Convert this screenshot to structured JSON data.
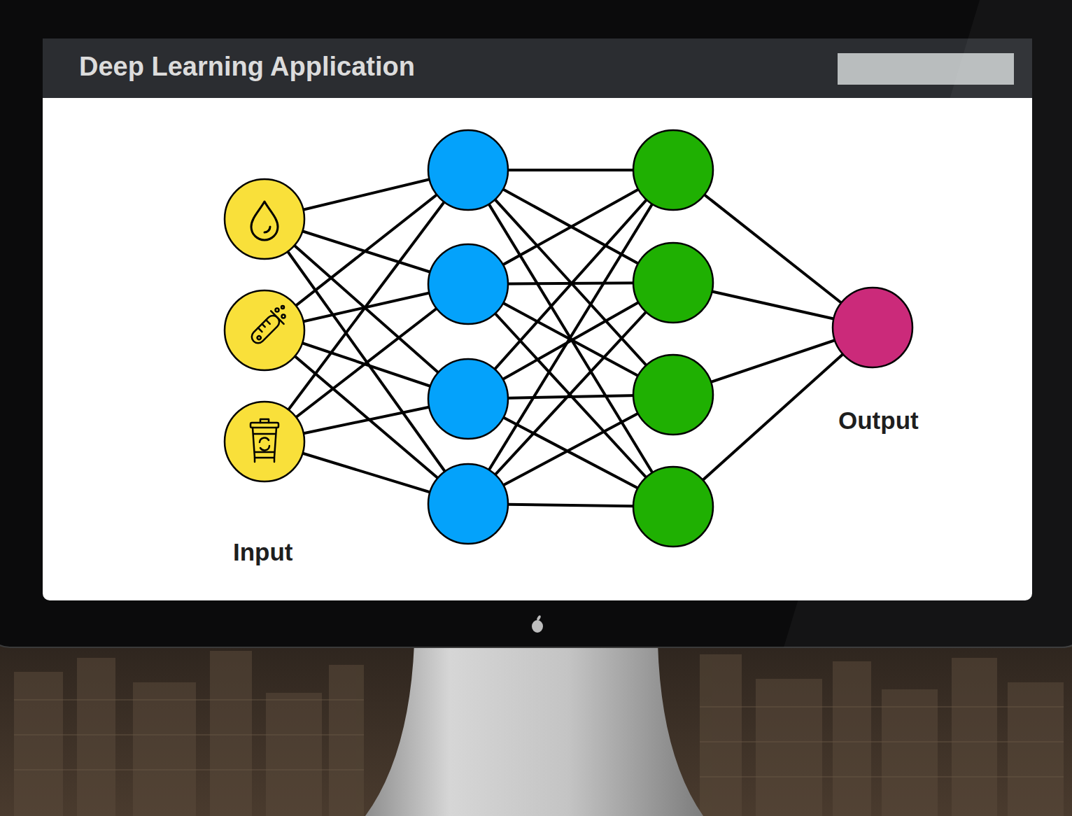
{
  "diagram": {
    "title": "Deep Learning Application",
    "labels": [
      "Input",
      "Output"
    ]
  }
}
